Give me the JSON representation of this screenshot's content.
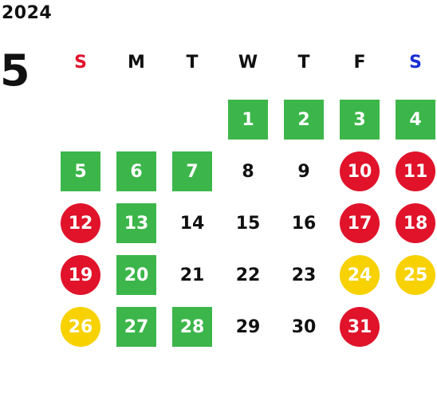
{
  "calendar": {
    "year": "2024",
    "month": "5",
    "weekdays": [
      {
        "label": "S",
        "color": "#e0132b"
      },
      {
        "label": "M",
        "color": "#111111"
      },
      {
        "label": "T",
        "color": "#111111"
      },
      {
        "label": "W",
        "color": "#111111"
      },
      {
        "label": "T",
        "color": "#111111"
      },
      {
        "label": "F",
        "color": "#111111"
      },
      {
        "label": "S",
        "color": "#1a2fd6"
      }
    ],
    "legend_colors": {
      "green": "#3cb64a",
      "red": "#e0132b",
      "yellow": "#f7d100"
    },
    "weeks": [
      [
        null,
        null,
        null,
        {
          "day": "1",
          "style": "green"
        },
        {
          "day": "2",
          "style": "green"
        },
        {
          "day": "3",
          "style": "green"
        },
        {
          "day": "4",
          "style": "green"
        }
      ],
      [
        {
          "day": "5",
          "style": "green"
        },
        {
          "day": "6",
          "style": "green"
        },
        {
          "day": "7",
          "style": "green"
        },
        {
          "day": "8",
          "style": "plain"
        },
        {
          "day": "9",
          "style": "plain"
        },
        {
          "day": "10",
          "style": "red"
        },
        {
          "day": "11",
          "style": "red"
        }
      ],
      [
        {
          "day": "12",
          "style": "red"
        },
        {
          "day": "13",
          "style": "green"
        },
        {
          "day": "14",
          "style": "plain"
        },
        {
          "day": "15",
          "style": "plain"
        },
        {
          "day": "16",
          "style": "plain"
        },
        {
          "day": "17",
          "style": "red"
        },
        {
          "day": "18",
          "style": "red"
        }
      ],
      [
        {
          "day": "19",
          "style": "red"
        },
        {
          "day": "20",
          "style": "green"
        },
        {
          "day": "21",
          "style": "plain"
        },
        {
          "day": "22",
          "style": "plain"
        },
        {
          "day": "23",
          "style": "plain"
        },
        {
          "day": "24",
          "style": "yellow"
        },
        {
          "day": "25",
          "style": "yellow"
        }
      ],
      [
        {
          "day": "26",
          "style": "yellow"
        },
        {
          "day": "27",
          "style": "green"
        },
        {
          "day": "28",
          "style": "green"
        },
        {
          "day": "29",
          "style": "plain"
        },
        {
          "day": "30",
          "style": "plain"
        },
        {
          "day": "31",
          "style": "red"
        },
        null
      ]
    ]
  }
}
